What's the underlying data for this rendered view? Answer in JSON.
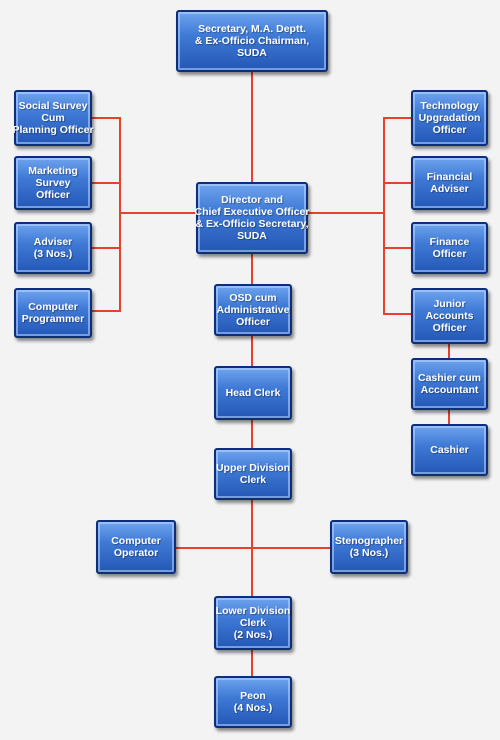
{
  "diagram": {
    "nodes": [
      {
        "id": "secretary",
        "lines": [
          "Secretary, M.A. Deptt.",
          "& Ex-Officio Chairman,",
          "SUDA"
        ]
      },
      {
        "id": "social-survey-officer",
        "lines": [
          "Social Survey",
          "Cum",
          "Planning Officer"
        ]
      },
      {
        "id": "marketing-survey-officer",
        "lines": [
          "Marketing",
          "Survey",
          "Officer"
        ]
      },
      {
        "id": "adviser",
        "lines": [
          "Adviser",
          "(3 Nos.)"
        ]
      },
      {
        "id": "computer-programmer",
        "lines": [
          "Computer",
          "Programmer"
        ]
      },
      {
        "id": "director-ceo",
        "lines": [
          "Director and",
          "Chief Executive Officer",
          "& Ex-Officio Secretary,",
          "SUDA"
        ]
      },
      {
        "id": "technology-upgradation-officer",
        "lines": [
          "Technology",
          "Upgradation",
          "Officer"
        ]
      },
      {
        "id": "financial-adviser",
        "lines": [
          "Financial",
          "Adviser"
        ]
      },
      {
        "id": "finance-officer",
        "lines": [
          "Finance",
          "Officer"
        ]
      },
      {
        "id": "junior-accounts-officer",
        "lines": [
          "Junior",
          "Accounts",
          "Officer"
        ]
      },
      {
        "id": "cashier-cum-accountant",
        "lines": [
          "Cashier cum",
          "Accountant"
        ]
      },
      {
        "id": "cashier",
        "lines": [
          "Cashier"
        ]
      },
      {
        "id": "osd-administrative-officer",
        "lines": [
          "OSD cum",
          "Administrative",
          "Officer"
        ]
      },
      {
        "id": "head-clerk",
        "lines": [
          "Head Clerk"
        ]
      },
      {
        "id": "upper-division-clerk",
        "lines": [
          "Upper Division",
          "Clerk"
        ]
      },
      {
        "id": "computer-operator",
        "lines": [
          "Computer",
          "Operator"
        ]
      },
      {
        "id": "stenographer",
        "lines": [
          "Stenographer",
          "(3 Nos.)"
        ]
      },
      {
        "id": "lower-division-clerk",
        "lines": [
          "Lower Division",
          "Clerk",
          "(2 Nos.)"
        ]
      },
      {
        "id": "peon",
        "lines": [
          "Peon",
          "(4 Nos.)"
        ]
      }
    ],
    "edges": [
      [
        "secretary",
        "director-ceo"
      ],
      [
        "director-ceo",
        "social-survey-officer"
      ],
      [
        "director-ceo",
        "marketing-survey-officer"
      ],
      [
        "director-ceo",
        "adviser"
      ],
      [
        "director-ceo",
        "computer-programmer"
      ],
      [
        "director-ceo",
        "technology-upgradation-officer"
      ],
      [
        "director-ceo",
        "financial-adviser"
      ],
      [
        "director-ceo",
        "finance-officer"
      ],
      [
        "director-ceo",
        "junior-accounts-officer"
      ],
      [
        "junior-accounts-officer",
        "cashier-cum-accountant"
      ],
      [
        "cashier-cum-accountant",
        "cashier"
      ],
      [
        "director-ceo",
        "osd-administrative-officer"
      ],
      [
        "osd-administrative-officer",
        "head-clerk"
      ],
      [
        "head-clerk",
        "upper-division-clerk"
      ],
      [
        "upper-division-clerk",
        "computer-operator"
      ],
      [
        "upper-division-clerk",
        "stenographer"
      ],
      [
        "upper-division-clerk",
        "lower-division-clerk"
      ],
      [
        "lower-division-clerk",
        "peon"
      ]
    ],
    "colors": {
      "node_fill": "#2f68c8",
      "node_border": "#0d2e7a",
      "node_text": "#ffffff",
      "connector": "#e8402a",
      "background": "#f2f3f2"
    }
  }
}
